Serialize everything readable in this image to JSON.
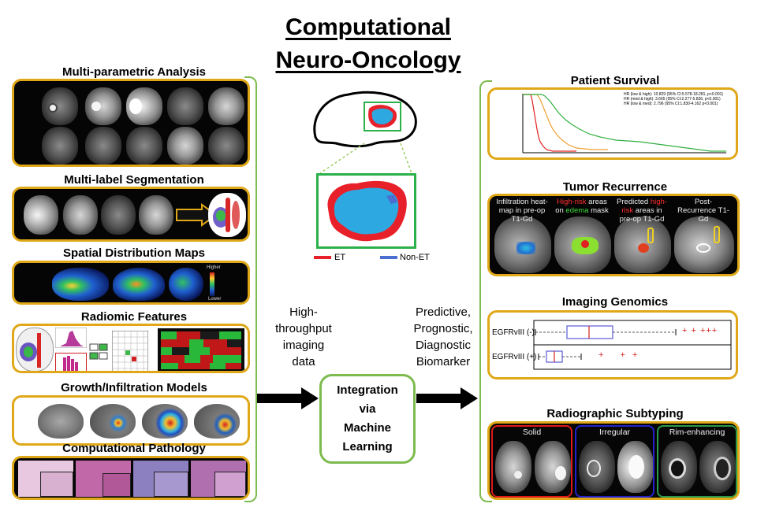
{
  "title": {
    "line1": "Computational",
    "line2": "Neuro-Oncology"
  },
  "left_sections": [
    {
      "label": "Multi-parametric Analysis"
    },
    {
      "label": "Multi-label Segmentation"
    },
    {
      "label": "Spatial Distribution Maps"
    },
    {
      "label": "Radiomic Features"
    },
    {
      "label": "Growth/Infiltration Models"
    },
    {
      "label": "Computational Pathology"
    }
  ],
  "spatial_map": {
    "colorbar_high": "Higher",
    "colorbar_low": "Lower"
  },
  "center": {
    "left_text": [
      "High-",
      "throughput",
      "imaging",
      "data"
    ],
    "right_text": [
      "Predictive,",
      "Prognostic,",
      "Diagnostic",
      "Biomarker"
    ],
    "integration": [
      "Integration",
      "via",
      "Machine",
      "Learning"
    ],
    "legend": {
      "et_label": "ET",
      "non_et_label": "Non-ET",
      "et_color": "#e8202a",
      "non_et_color": "#4a6fd0"
    }
  },
  "right_sections": [
    {
      "label": "Patient Survival"
    },
    {
      "label": "Tumor Recurrence"
    },
    {
      "label": "Imaging Genomics"
    },
    {
      "label": "Radiographic Subtyping"
    }
  ],
  "survival": {
    "legend_lines": [
      "HR (low & high): 10.829 (95% CI:5.578-18.281, p<0.001)",
      "HR (med & high): 3.665 (95% CI:2.277-5.836, p<0.001)",
      "HR (low & med): 2.796 (95% CI:1.830-4.162 p<0.001)"
    ]
  },
  "recurrence": {
    "captions": [
      {
        "pre": "Infiltration heat-map in pre-op T1-Gd",
        "hi": "",
        "mid": "",
        "gr": "",
        "post": ""
      },
      {
        "pre": "",
        "hi": "High-risk",
        "mid": " areas on ",
        "gr": "edema",
        "post": " mask"
      },
      {
        "pre": "Predicted ",
        "hi": "high-risk",
        "mid": " areas in pre-op T1-Gd",
        "gr": "",
        "post": ""
      },
      {
        "pre": "Post-Recurrence T1-Gd",
        "hi": "",
        "mid": "",
        "gr": "",
        "post": ""
      }
    ]
  },
  "genomics": {
    "rows": [
      {
        "label": "EGFRvIII (-)",
        "outliers": "+ + +++"
      },
      {
        "label": "EGFRvIII (+)",
        "outliers": "+ ++"
      }
    ],
    "box_color": "#5b5bd6",
    "median_color": "#d42020",
    "outlier_color": "#d42020"
  },
  "subtyping": {
    "subtypes": [
      {
        "name": "Solid",
        "color": "#e01818"
      },
      {
        "name": "Irregular",
        "color": "#2222cc"
      },
      {
        "name": "Rim-enhancing",
        "color": "#2a9a4a"
      }
    ]
  },
  "colors": {
    "panel_border": "#e0a818",
    "bracket": "#7dbb4e",
    "integration_border": "#7dbb4e"
  }
}
